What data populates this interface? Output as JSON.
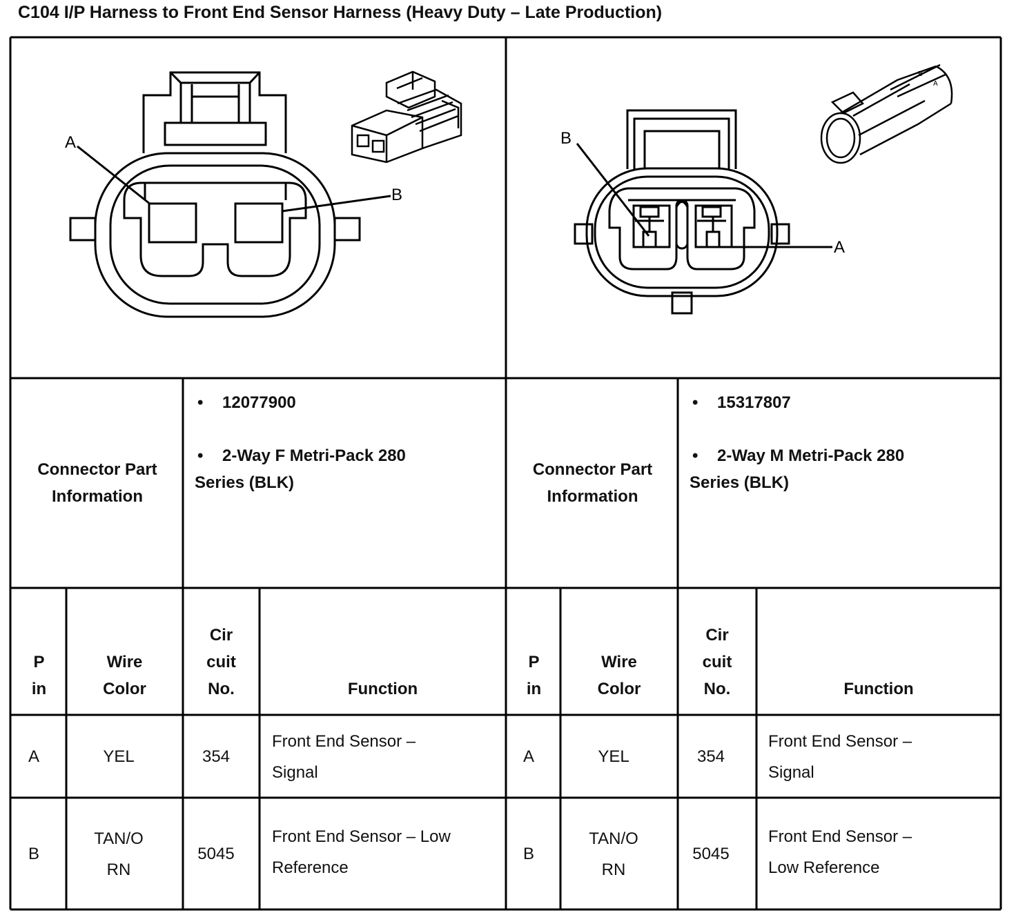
{
  "title": "C104 I/P Harness to Front End Sensor Harness (Heavy Duty – Late Production)",
  "connectors": [
    {
      "diagram": {
        "pin_labels": [
          "A",
          "B"
        ]
      },
      "info_label": "Connector Part\nInformation",
      "part_number": "12077900",
      "description_line1": "2-Way F Metri-Pack 280",
      "description_line2": "Series (BLK)",
      "headers": {
        "pin": "P\nin",
        "wire_color": "Wire\nColor",
        "circuit": "Cir\ncuit\nNo.",
        "function": "Function"
      },
      "rows": [
        {
          "pin": "A",
          "wire_color": "YEL",
          "circuit": "354",
          "function": "Front End Sensor –\nSignal"
        },
        {
          "pin": "B",
          "wire_color": "TAN/O\nRN",
          "circuit": "5045",
          "function": "Front End Sensor – Low\nReference"
        }
      ]
    },
    {
      "diagram": {
        "pin_labels": [
          "B",
          "A"
        ]
      },
      "info_label": "Connector Part\nInformation",
      "part_number": "15317807",
      "description_line1": "2-Way M Metri-Pack 280",
      "description_line2": "Series (BLK)",
      "headers": {
        "pin": "P\nin",
        "wire_color": "Wire\nColor",
        "circuit": "Cir\ncuit\nNo.",
        "function": "Function"
      },
      "rows": [
        {
          "pin": "A",
          "wire_color": "YEL",
          "circuit": "354",
          "function": "Front End Sensor –\nSignal"
        },
        {
          "pin": "B",
          "wire_color": "TAN/O\nRN",
          "circuit": "5045",
          "function": "Front End Sensor –\nLow Reference"
        }
      ]
    }
  ]
}
